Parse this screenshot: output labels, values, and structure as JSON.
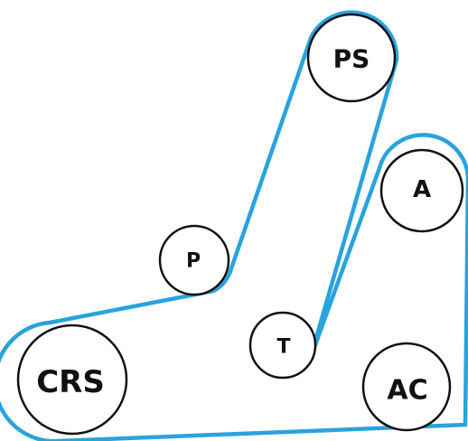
{
  "diagram": {
    "belt_color": "#29A3DC",
    "outline_color": "#111111",
    "pulleys": [
      {
        "id": "crs",
        "label": "CRS"
      },
      {
        "id": "p",
        "label": "P"
      },
      {
        "id": "ps",
        "label": "PS"
      },
      {
        "id": "t",
        "label": "T"
      },
      {
        "id": "a",
        "label": "A"
      },
      {
        "id": "ac",
        "label": "AC"
      }
    ]
  }
}
